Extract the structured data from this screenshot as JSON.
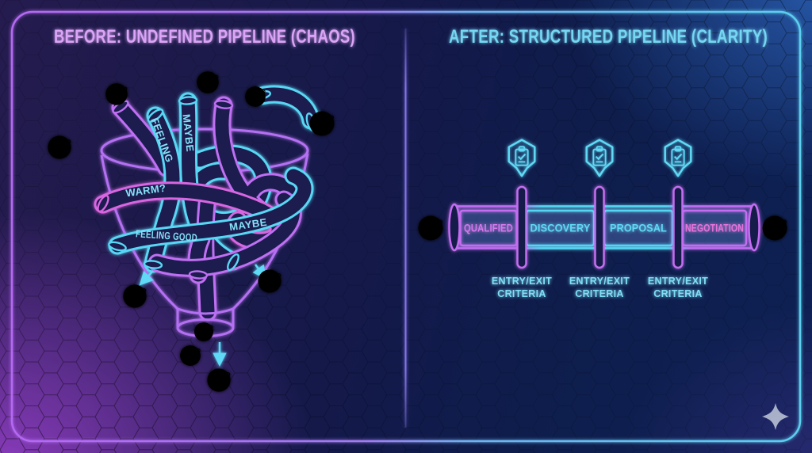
{
  "left_panel": {
    "title": "BEFORE: UNDEFINED PIPELINE (CHAOS)",
    "labels": {
      "feeling": "FEELING",
      "maybe_top": "MAYBE",
      "warm": "WARM?",
      "feeling_good": "FEELING GOOD",
      "maybe_right": "MAYBE"
    }
  },
  "right_panel": {
    "title": "AFTER: STRUCTURED PIPELINE (CLARITY)",
    "stages": [
      "QUALIFIED",
      "DISCOVERY",
      "PROPOSAL",
      "NEGOTIATION"
    ],
    "criteria": {
      "line1": "ENTRY/EXIT",
      "line2": "CRITERIA"
    }
  },
  "icons": {
    "question_mark": "?",
    "person": "person-with-question-mark",
    "checkpoint": "clipboard-checklist",
    "logo": "four-point-sparkle"
  },
  "colors": {
    "neon_cyan": "#56d5f2",
    "neon_purple": "#c06df2",
    "neon_magenta": "#d866e0",
    "title_left": "#dba4f7",
    "title_right": "#74d7f2",
    "border_left": "#b568f2",
    "border_right": "#5ad0ef"
  }
}
